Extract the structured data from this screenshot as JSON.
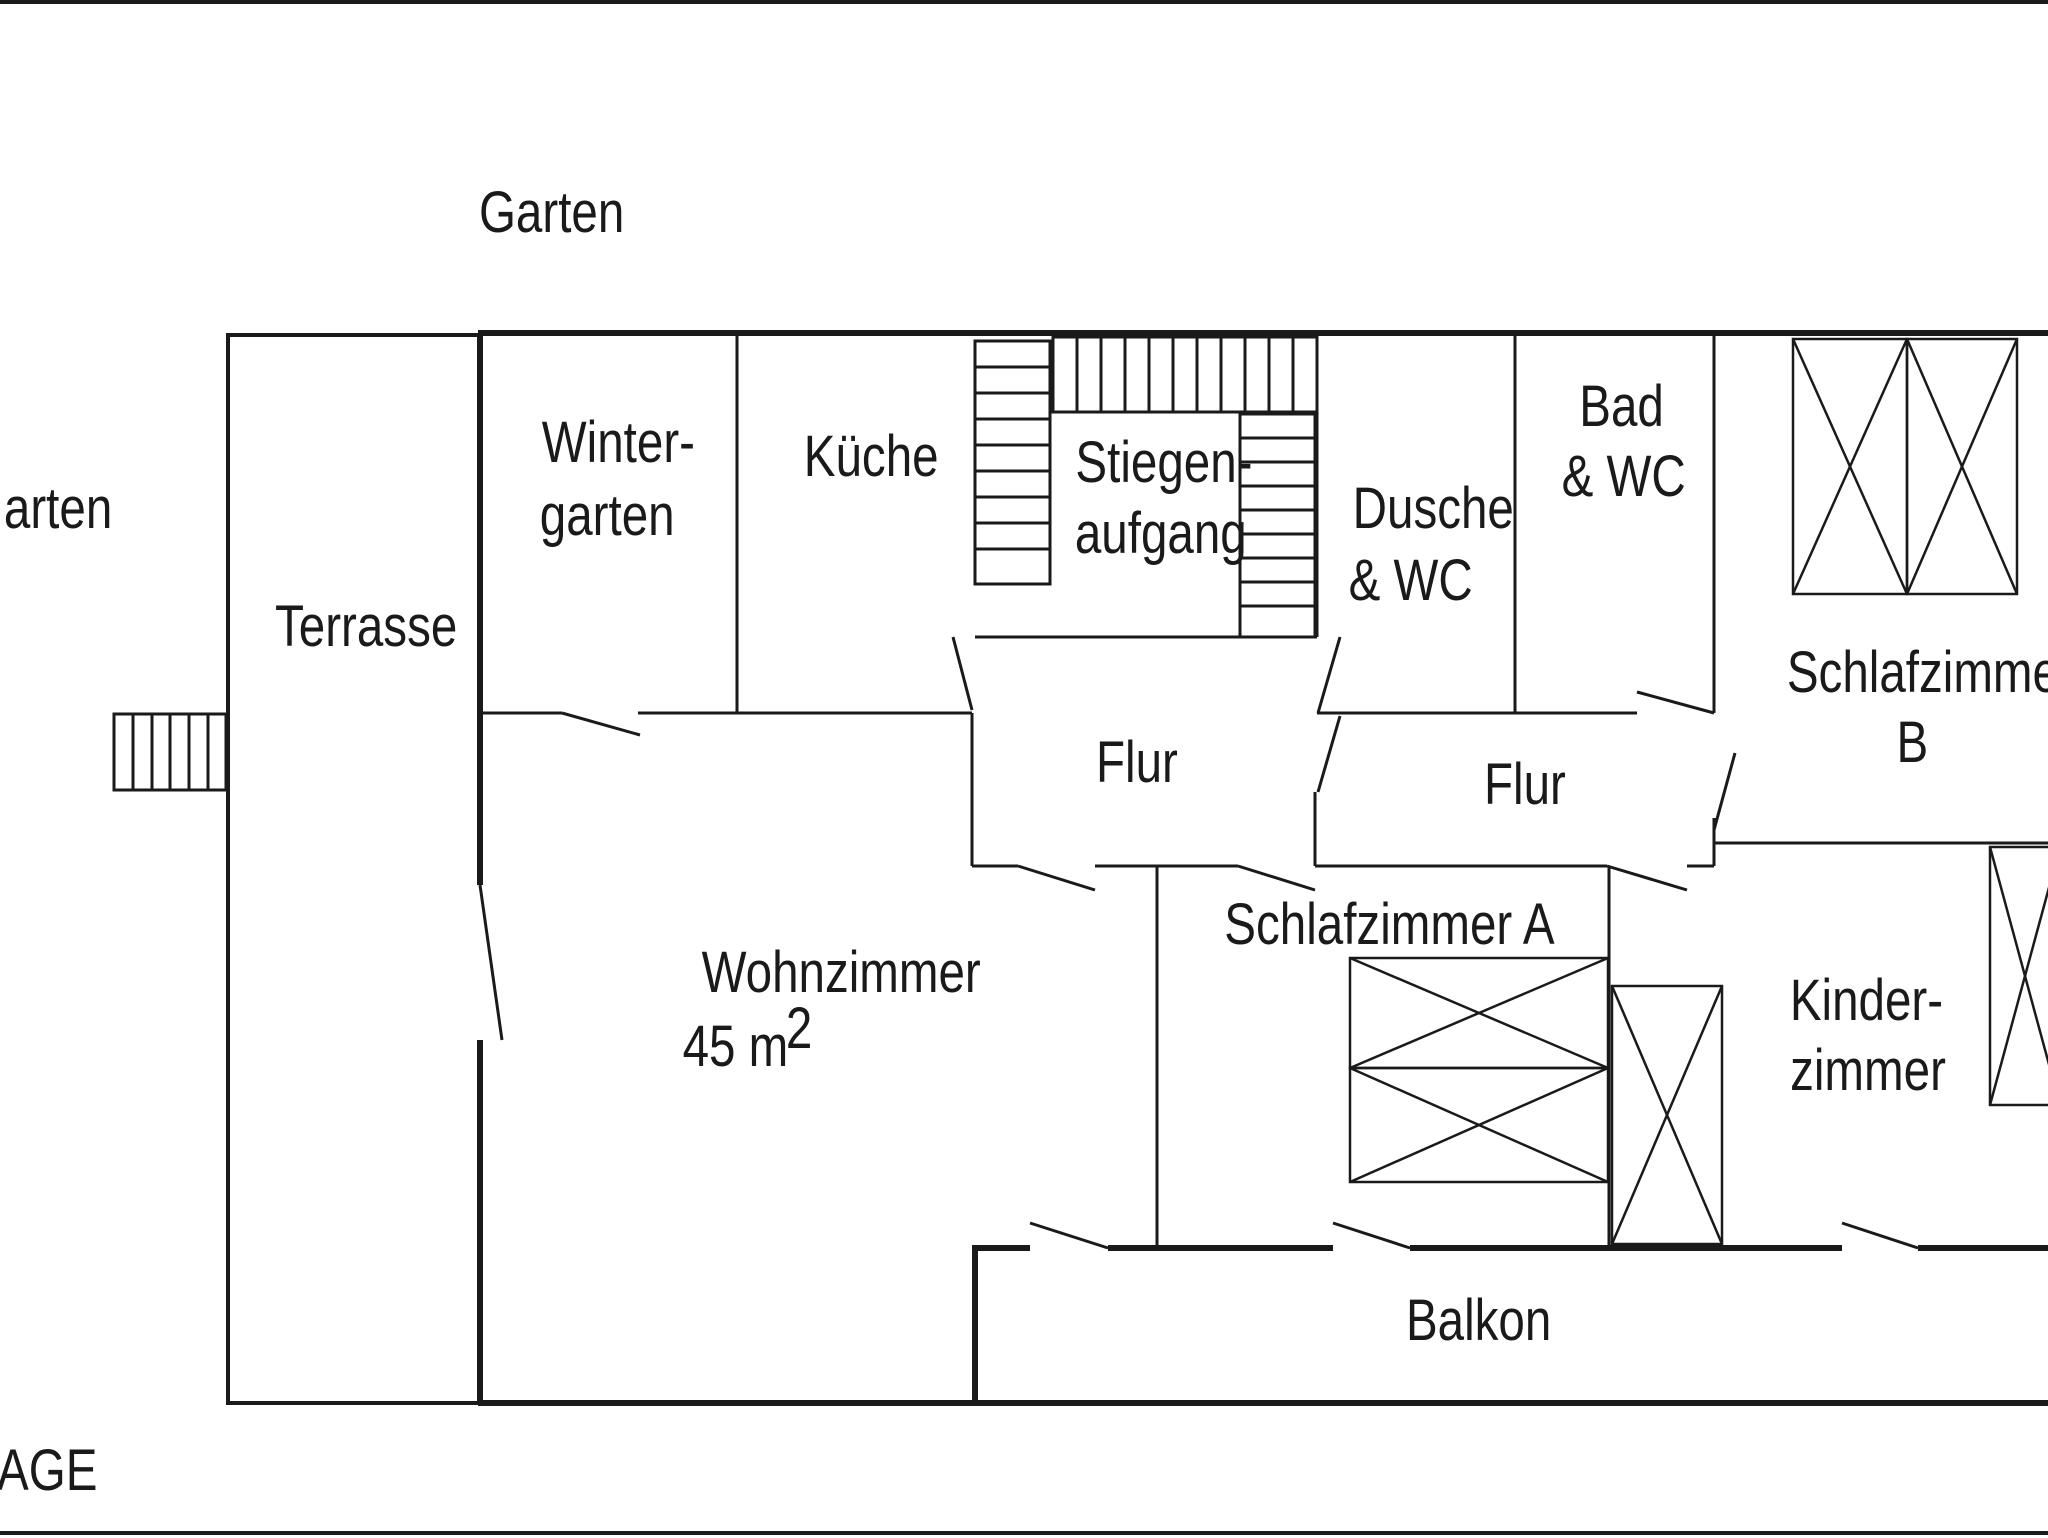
{
  "labels": {
    "garten_top": "Garten",
    "garten_left": "arten",
    "terrasse": "Terrasse",
    "wintergarten_line1": "Winter-",
    "wintergarten_line2": "garten",
    "kueche": "Küche",
    "stiegen_line1": "Stiegen-",
    "stiegen_line2": "aufgang",
    "dusche_line1": "Dusche",
    "dusche_line2": "& WC",
    "bad_line1": "Bad",
    "bad_line2": "& WC",
    "schlafzimmer_b_line1": "Schlafzimme",
    "schlafzimmer_b_line2": "B",
    "flur_1": "Flur",
    "flur_2": "Flur",
    "schlafzimmer_a": "Schlafzimmer A",
    "wohnzimmer_line1": "Wohnzimmer",
    "wohnzimmer_area": "45 m",
    "wohnzimmer_area_sup": "2",
    "kinderzimmer_line1": "Kinder-",
    "kinderzimmer_line2": "zimmer",
    "balkon": "Balkon",
    "garage_partial": "AGE"
  }
}
